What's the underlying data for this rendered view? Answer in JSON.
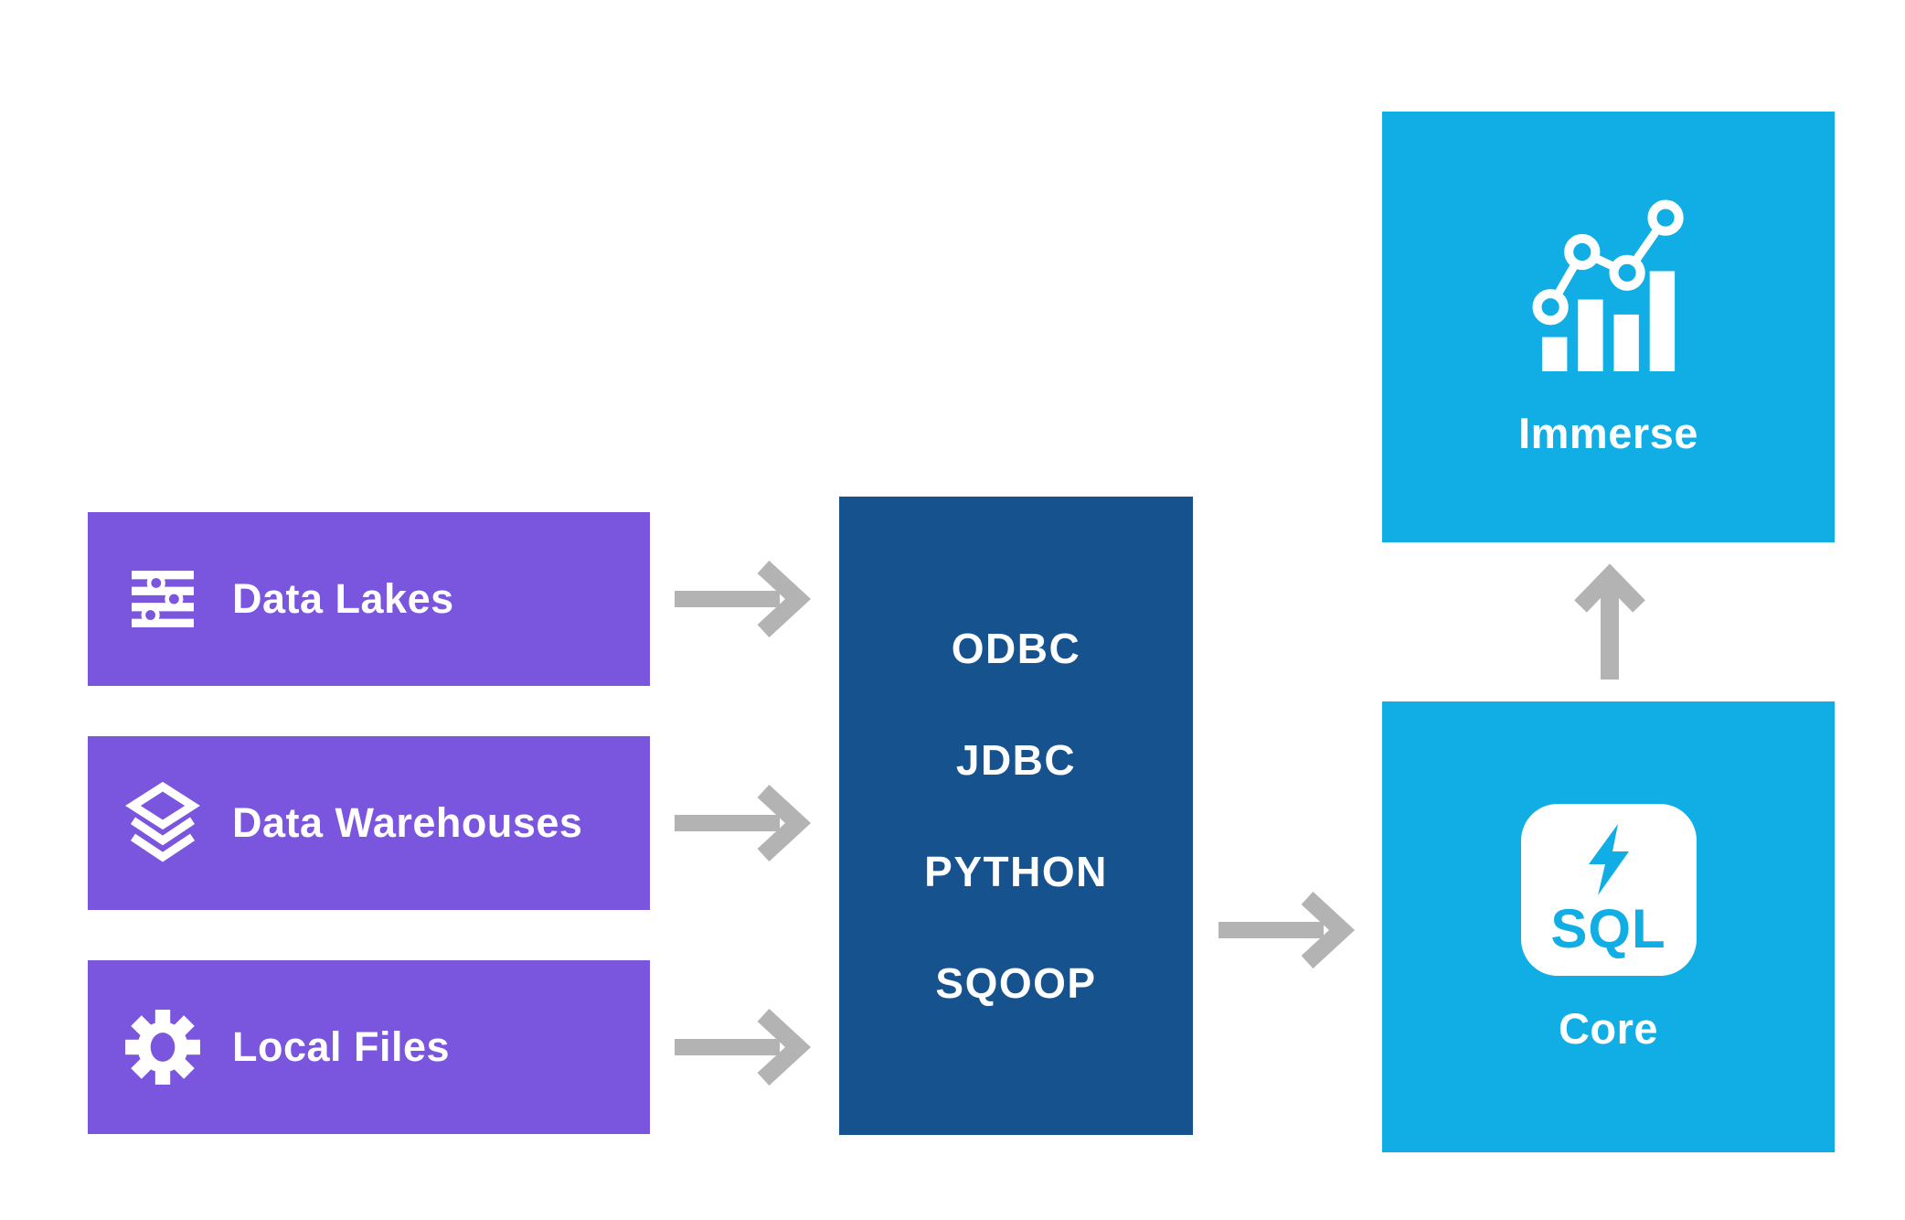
{
  "sources": [
    {
      "label": "Data Lakes",
      "icon": "sliders-icon"
    },
    {
      "label": "Data Warehouses",
      "icon": "layers-icon"
    },
    {
      "label": "Local Files",
      "icon": "gear-icon"
    }
  ],
  "connector": {
    "items": [
      "ODBC",
      "JDBC",
      "PYTHON",
      "SQOOP"
    ]
  },
  "immerse": {
    "label": "Immerse",
    "icon": "chart-icon"
  },
  "core": {
    "label": "Core",
    "badge": "SQL",
    "icon": "lightning-sql-icon"
  },
  "colors": {
    "purple": "#7A55DE",
    "navy": "#16528D",
    "cyan": "#10AEE4",
    "arrow": "#B3B3B3"
  }
}
